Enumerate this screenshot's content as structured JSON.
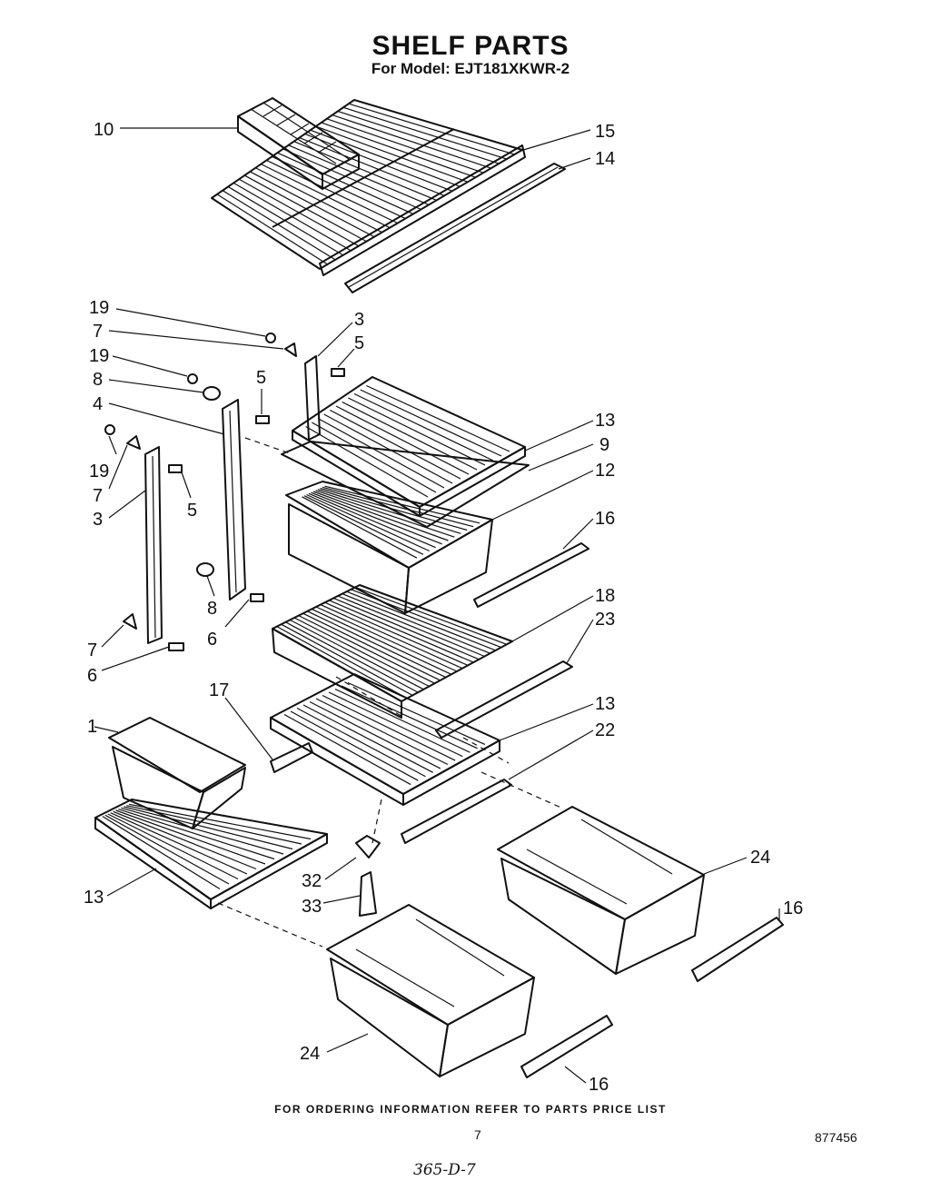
{
  "header": {
    "title": "SHELF PARTS",
    "subtitle": "For Model: EJT181XKWR-2"
  },
  "callouts": [
    {
      "id": "c10",
      "label": "10"
    },
    {
      "id": "c15",
      "label": "15"
    },
    {
      "id": "c14",
      "label": "14"
    },
    {
      "id": "c19a",
      "label": "19"
    },
    {
      "id": "c7a",
      "label": "7"
    },
    {
      "id": "c3a",
      "label": "3"
    },
    {
      "id": "c5a",
      "label": "5"
    },
    {
      "id": "c19b",
      "label": "19"
    },
    {
      "id": "c5b",
      "label": "5"
    },
    {
      "id": "c8a",
      "label": "8"
    },
    {
      "id": "c4",
      "label": "4"
    },
    {
      "id": "c19c",
      "label": "19"
    },
    {
      "id": "c7b",
      "label": "7"
    },
    {
      "id": "c3b",
      "label": "3"
    },
    {
      "id": "c5c",
      "label": "5"
    },
    {
      "id": "c13a",
      "label": "13"
    },
    {
      "id": "c9",
      "label": "9"
    },
    {
      "id": "c12",
      "label": "12"
    },
    {
      "id": "c16a",
      "label": "16"
    },
    {
      "id": "c8b",
      "label": "8"
    },
    {
      "id": "c6a",
      "label": "6"
    },
    {
      "id": "c7c",
      "label": "7"
    },
    {
      "id": "c6b",
      "label": "6"
    },
    {
      "id": "c18",
      "label": "18"
    },
    {
      "id": "c23",
      "label": "23"
    },
    {
      "id": "c17",
      "label": "17"
    },
    {
      "id": "c1",
      "label": "1"
    },
    {
      "id": "c13b",
      "label": "13"
    },
    {
      "id": "c22",
      "label": "22"
    },
    {
      "id": "c24a",
      "label": "24"
    },
    {
      "id": "c32",
      "label": "32"
    },
    {
      "id": "c33",
      "label": "33"
    },
    {
      "id": "c13c",
      "label": "13"
    },
    {
      "id": "c16b",
      "label": "16"
    },
    {
      "id": "c24b",
      "label": "24"
    },
    {
      "id": "c16c",
      "label": "16"
    }
  ],
  "footer": {
    "ordering_note": "FOR ORDERING INFORMATION REFER TO PARTS PRICE LIST",
    "page_number": "7",
    "document_number": "877456",
    "handwritten_note": "365-D-7"
  }
}
